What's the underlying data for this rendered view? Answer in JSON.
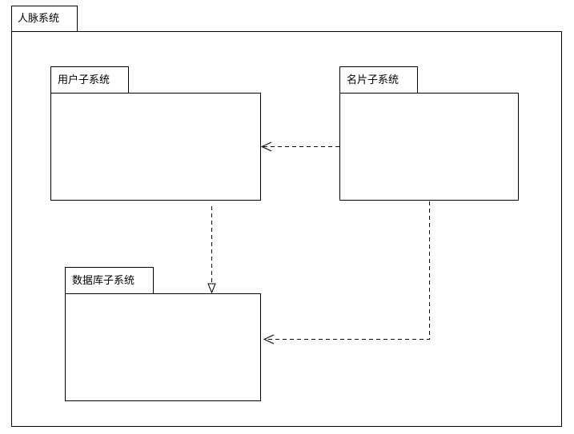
{
  "diagram": {
    "outer_package": {
      "label": "人脉系统"
    },
    "packages": [
      {
        "id": "user",
        "label": "用户子系统"
      },
      {
        "id": "card",
        "label": "名片子系统"
      },
      {
        "id": "database",
        "label": "数据库子系统"
      }
    ],
    "dependencies": [
      {
        "from": "card",
        "to": "user",
        "arrow": "open"
      },
      {
        "from": "user",
        "to": "database",
        "arrow": "hollow-triangle"
      },
      {
        "from": "card",
        "to": "database",
        "arrow": "open"
      }
    ]
  }
}
